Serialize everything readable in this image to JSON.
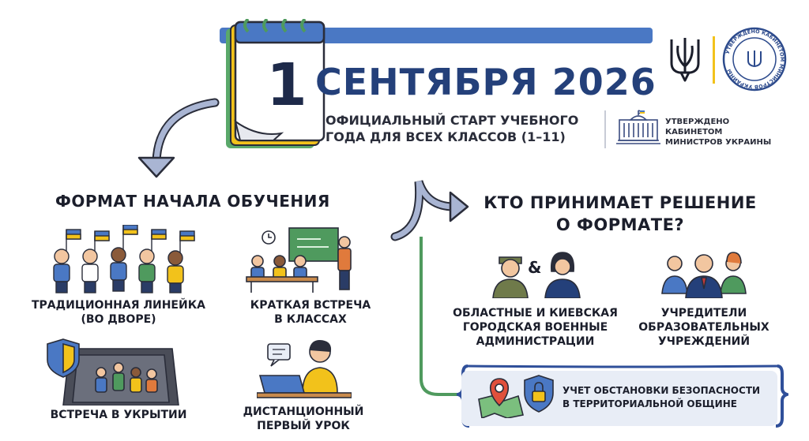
{
  "header": {
    "day": "1",
    "month_year": "СЕНТЯБРЯ 2026",
    "subtitle_line1": "ОФИЦИАЛЬНЫЙ СТАРТ УЧЕБНОГО",
    "subtitle_line2": "ГОДА ДЛЯ ВСЕХ КЛАССОВ (1–11)",
    "approved_line1": "УТВЕРЖДЕНО",
    "approved_line2": "КАБИНЕТОМ",
    "approved_line3": "МИНИСТРОВ УКРАИНЫ",
    "seal_text": "УТВЕРЖДЕНО КАБИНЕТОМ МИНИСТРОВ УКРАИНЫ"
  },
  "format_section": {
    "title": "ФОРМАТ НАЧАЛА ОБУЧЕНИЯ",
    "options": [
      {
        "line1": "ТРАДИЦИОННАЯ ЛИНЕЙКА",
        "line2": "(ВО ДВОРЕ)",
        "icon": "children-with-flags-icon"
      },
      {
        "line1": "КРАТКАЯ ВСТРЕЧА",
        "line2": "В КЛАССАХ",
        "icon": "classroom-icon"
      },
      {
        "line1": "ВСТРЕЧА В УКРЫТИИ",
        "line2": "",
        "icon": "shelter-icon"
      },
      {
        "line1": "ДИСТАНЦИОННЫЙ",
        "line2": "ПЕРВЫЙ УРОК",
        "icon": "laptop-student-icon"
      }
    ]
  },
  "decision_section": {
    "title_line1": "КТО ПРИНИМАЕТ РЕШЕНИЕ",
    "title_line2": "О ФОРМАТЕ?",
    "ampersand": "&",
    "deciders": [
      {
        "line1": "ОБЛАСТНЫЕ И КИЕВСКАЯ",
        "line2": "ГОРОДСКАЯ ВОЕННЫЕ",
        "line3": "АДМИНИСТРАЦИИ",
        "icon": "military-and-official-icon"
      },
      {
        "line1": "УЧРЕДИТЕЛИ",
        "line2": "ОБРАЗОВАТЕЛЬНЫХ",
        "line3": "УЧРЕЖДЕНИЙ",
        "icon": "founders-group-icon"
      }
    ],
    "safety_line1": "УЧЕТ ОБСТАНОВКИ БЕЗОПАСНОСТИ",
    "safety_line2": "В ТЕРРИТОРИАЛЬНОЙ ОБЩИНЕ"
  },
  "colors": {
    "primary_blue": "#24407a",
    "accent_blue": "#4a78c4",
    "yellow": "#f2c21b",
    "green": "#4f9a5e",
    "arrow_gray": "#9aa6c6"
  }
}
